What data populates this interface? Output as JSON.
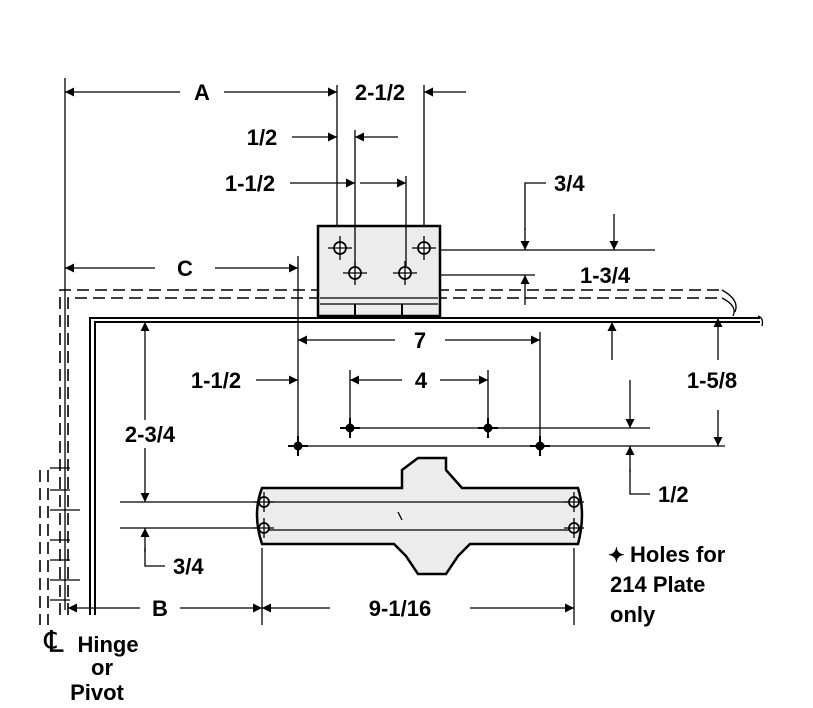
{
  "dimensions": {
    "a": "A",
    "two_and_half": "2-1/2",
    "half_top": "1/2",
    "one_and_half_top": "1-1/2",
    "three_quarter_top": "3/4",
    "c": "C",
    "one_and_three_quarter": "1-3/4",
    "seven": "7",
    "one_and_half_mid": "1-1/2",
    "four": "4",
    "one_and_five_eighth": "1-5/8",
    "two_and_three_quarter": "2-3/4",
    "half_bottom": "1/2",
    "three_quarter_bottom": "3/4",
    "b": "B",
    "nine_one_sixteenth": "9-1/16"
  },
  "legend": {
    "symbol": "✦",
    "lines": [
      "Holes for",
      "214 Plate",
      "only"
    ]
  },
  "hinge_label": {
    "symbol": "℄",
    "lines": [
      "Hinge",
      "or",
      "Pivot"
    ]
  }
}
